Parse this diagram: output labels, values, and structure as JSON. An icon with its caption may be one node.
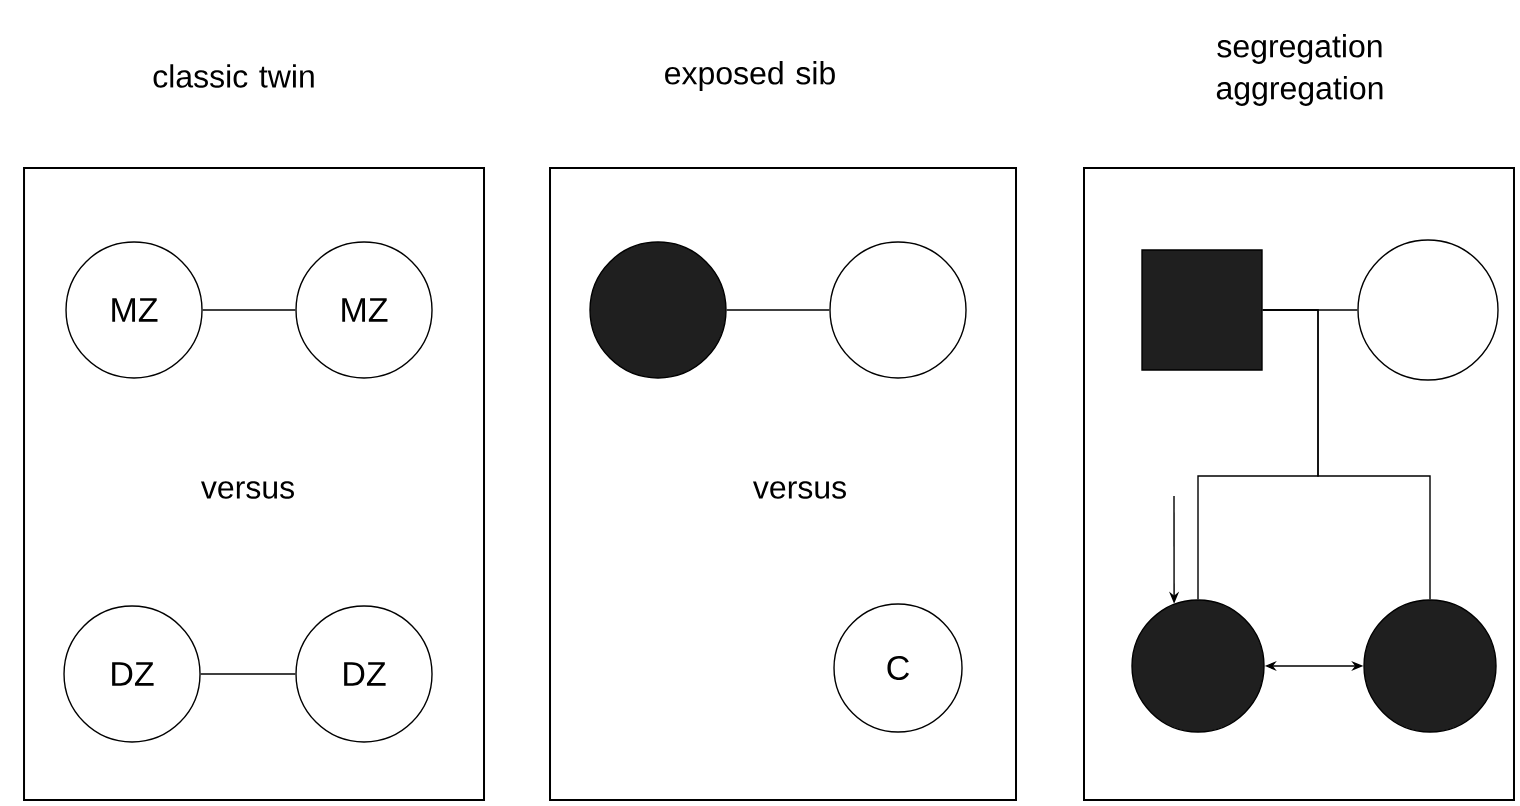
{
  "diagram": {
    "nodes": [
      {
        "text": [
          "classic twin",
          "versus"
        ]
      },
      {
        "text": [
          "MZ"
        ],
        "in": 0
      },
      {
        "text": [
          "MZ"
        ],
        "in": 0
      },
      {
        "text": [
          "DZ"
        ],
        "in": 0
      },
      {
        "text": [
          "DZ"
        ],
        "in": 0
      },
      {
        "text": [
          "exposed sib",
          "versus"
        ]
      },
      {
        "text": [],
        "shape": "circle",
        "in": 5
      },
      {
        "text": [],
        "shape": "circle",
        "in": 5
      },
      {
        "text": [
          "C"
        ],
        "in": 5
      },
      {
        "text": [
          "segregation aggregation"
        ]
      },
      {
        "text": [],
        "shape": "box",
        "in": 9
      },
      {
        "text": [],
        "shape": "circle",
        "in": 9
      },
      {
        "text": [],
        "shape": "circle",
        "in": 9
      },
      {
        "text": [],
        "shape": "circle",
        "in": 9
      }
    ],
    "edges": [
      {
        "from": 1,
        "to": 2,
        "arrow": "none"
      },
      {
        "from": 3,
        "to": 4,
        "arrow": "none"
      },
      {
        "from": 6,
        "to": 7,
        "arrow": "none"
      },
      {
        "from": 10,
        "to": 11,
        "arrow": "none"
      },
      {
        "from": 10,
        "to": 12,
        "arrow": "none"
      },
      {
        "from": 10,
        "to": 13,
        "arrow": "none"
      },
      {
        "from": 12,
        "to": 13,
        "arrow": "both"
      },
      {
        "from": null,
        "to": 12,
        "arrow": "to"
      }
    ]
  }
}
